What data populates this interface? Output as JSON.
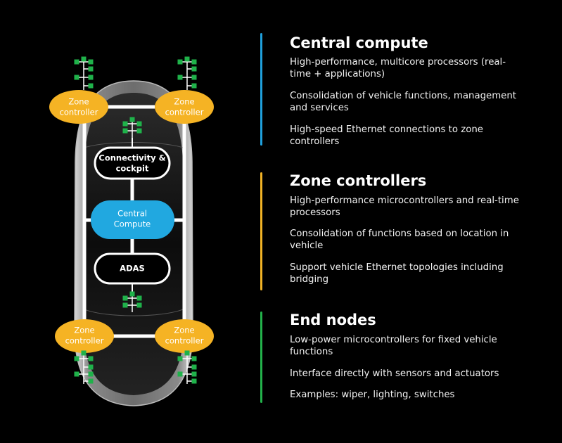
{
  "diagram": {
    "nodes": {
      "zone_label_line1": "Zone",
      "zone_label_line2": "controller",
      "connectivity_line1": "Connectivity &",
      "connectivity_line2": "cockpit",
      "central_line1": "Central",
      "central_line2": "Compute",
      "adas": "ADAS"
    },
    "colors": {
      "background": "#000000",
      "zone_controller": "#f5b324",
      "central_compute": "#21a8e0",
      "end_node": "#1fb24a",
      "link": "#ffffff"
    }
  },
  "sections": [
    {
      "title": "Central compute",
      "accent": "#1fa0dc",
      "items": [
        "High-performance, multicore processors (real-time + applications)",
        "Consolidation of vehicle functions, management and services",
        "High-speed Ethernet connections to zone controllers"
      ]
    },
    {
      "title": "Zone controllers",
      "accent": "#f2b326",
      "items": [
        "High-performance microcontrollers and real-time processors",
        "Consolidation of functions based on location in vehicle",
        "Support vehicle Ethernet topologies including bridging"
      ]
    },
    {
      "title": "End nodes",
      "accent": "#23b24b",
      "items": [
        "Low-power microcontrollers for fixed vehicle functions",
        "Interface directly with sensors and actuators",
        "Examples: wiper, lighting, switches"
      ]
    }
  ]
}
